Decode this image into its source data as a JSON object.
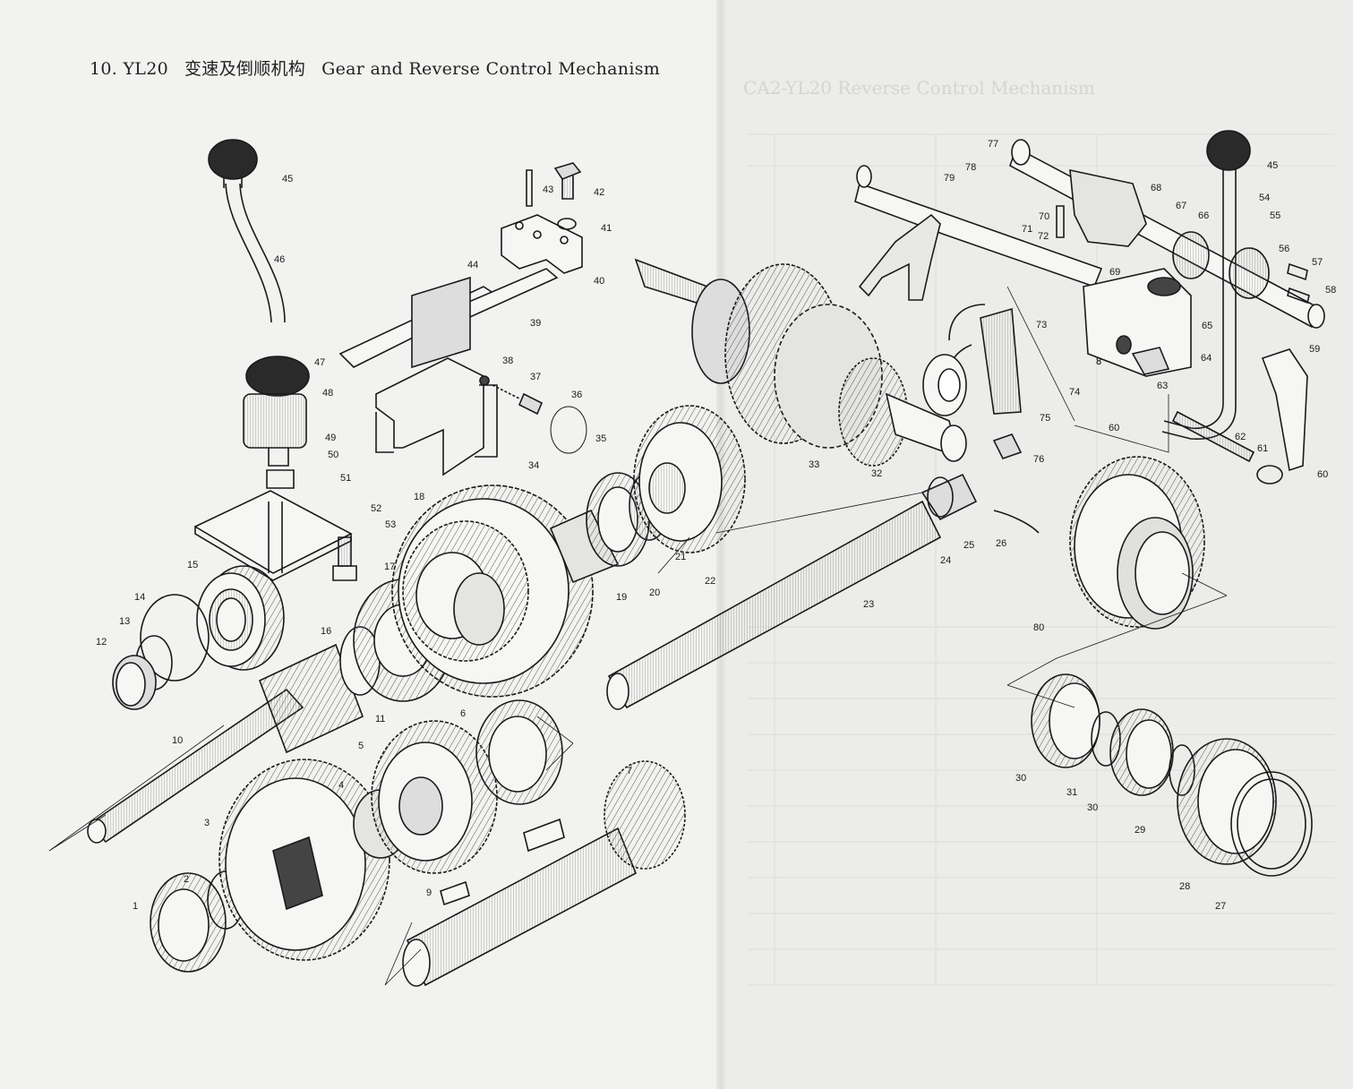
{
  "title": {
    "number": "10. YL20",
    "chinese": "变速及倒顺机构",
    "english": "Gear and Reverse Control Mechanism"
  },
  "bleed_through_title": "CA2-YL20 Reverse Control Mechanism",
  "part_callouts": [
    "1",
    "2",
    "3",
    "4",
    "5",
    "6",
    "7",
    "8",
    "9",
    "10",
    "11",
    "12",
    "13",
    "14",
    "15",
    "16",
    "17",
    "18",
    "19",
    "20",
    "21",
    "22",
    "23",
    "24",
    "25",
    "26",
    "27",
    "28",
    "29",
    "30",
    "31",
    "32",
    "33",
    "34",
    "35",
    "36",
    "37",
    "38",
    "39",
    "40",
    "41",
    "42",
    "43",
    "44",
    "45",
    "46",
    "47",
    "48",
    "49",
    "50",
    "51",
    "52",
    "53",
    "54",
    "55",
    "56",
    "57",
    "58",
    "59",
    "60",
    "61",
    "62",
    "63",
    "64",
    "65",
    "66",
    "67",
    "68",
    "69",
    "70",
    "71",
    "72",
    "73",
    "74",
    "75",
    "76",
    "77",
    "78",
    "79",
    "80",
    "8"
  ],
  "colors": {
    "ink": "#1a1a1a",
    "paper": "#f2f2f0",
    "shade": "#bdbdbb"
  }
}
